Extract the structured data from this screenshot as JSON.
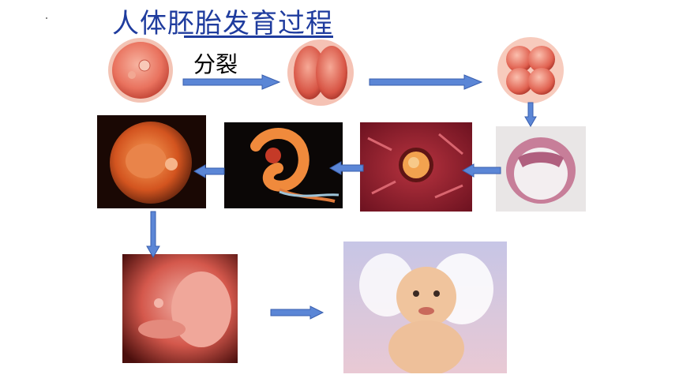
{
  "slide": {
    "title": "人体胚胎发育过程",
    "division_label": "分裂"
  },
  "stages": [
    {
      "name": "zygote"
    },
    {
      "name": "two-cell"
    },
    {
      "name": "four-cell"
    },
    {
      "name": "blastocyst"
    },
    {
      "name": "implantation"
    },
    {
      "name": "embryo"
    },
    {
      "name": "early-fetus"
    },
    {
      "name": "fetus-thumb"
    },
    {
      "name": "baby"
    }
  ],
  "colors": {
    "title": "#1f3c9e",
    "arrow_fill": "#5b86d6",
    "arrow_stroke": "#3a5fae"
  }
}
